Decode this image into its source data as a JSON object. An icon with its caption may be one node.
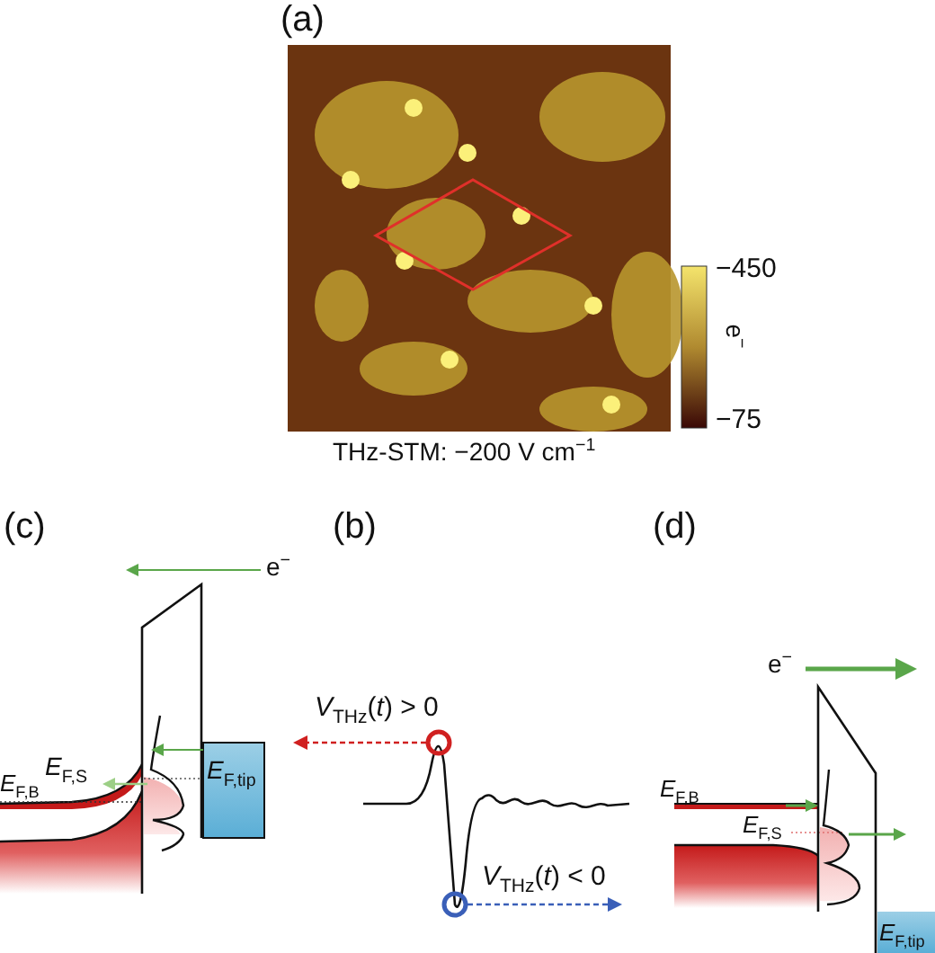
{
  "diagram": {
    "labels": [
      "(a)",
      "−450",
      "e$^{−}$",
      "−75",
      "THz-STM: −200 V cm$^{−1}$",
      "(c)",
      "(b)",
      "(d)",
      "e$^{−}$",
      "*V*$_{THz}$(*t*) > 0",
      "e$^{−}$",
      "*E*$_{F,S}$",
      "*E*$_{F,tip}$",
      "*E*$_{F,B}$",
      "*E*$_{F,B}$",
      "*E*$_{F,S}$",
      "*V*$_{THz}$(*t*) < 0",
      "*E*$_{F,tip}$"
    ]
  }
}
